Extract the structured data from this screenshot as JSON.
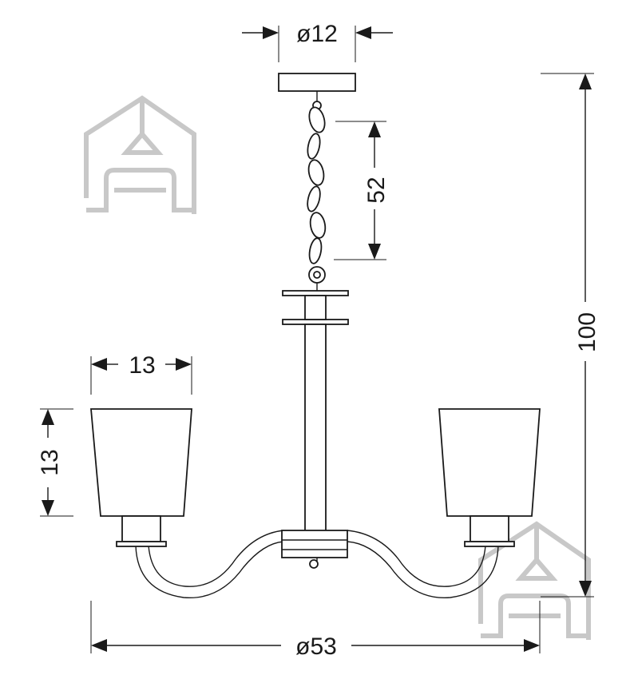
{
  "dimensions": {
    "canopy_diameter": "ø12",
    "chain_length": "52",
    "total_height": "100",
    "shade_width": "13",
    "shade_height": "13",
    "total_diameter": "ø53"
  },
  "colors": {
    "line": "#1a1a1a",
    "watermark": "#c8c8c8",
    "background": "#ffffff"
  },
  "icons": {
    "watermark": "house-lamp-sofa-icon"
  }
}
